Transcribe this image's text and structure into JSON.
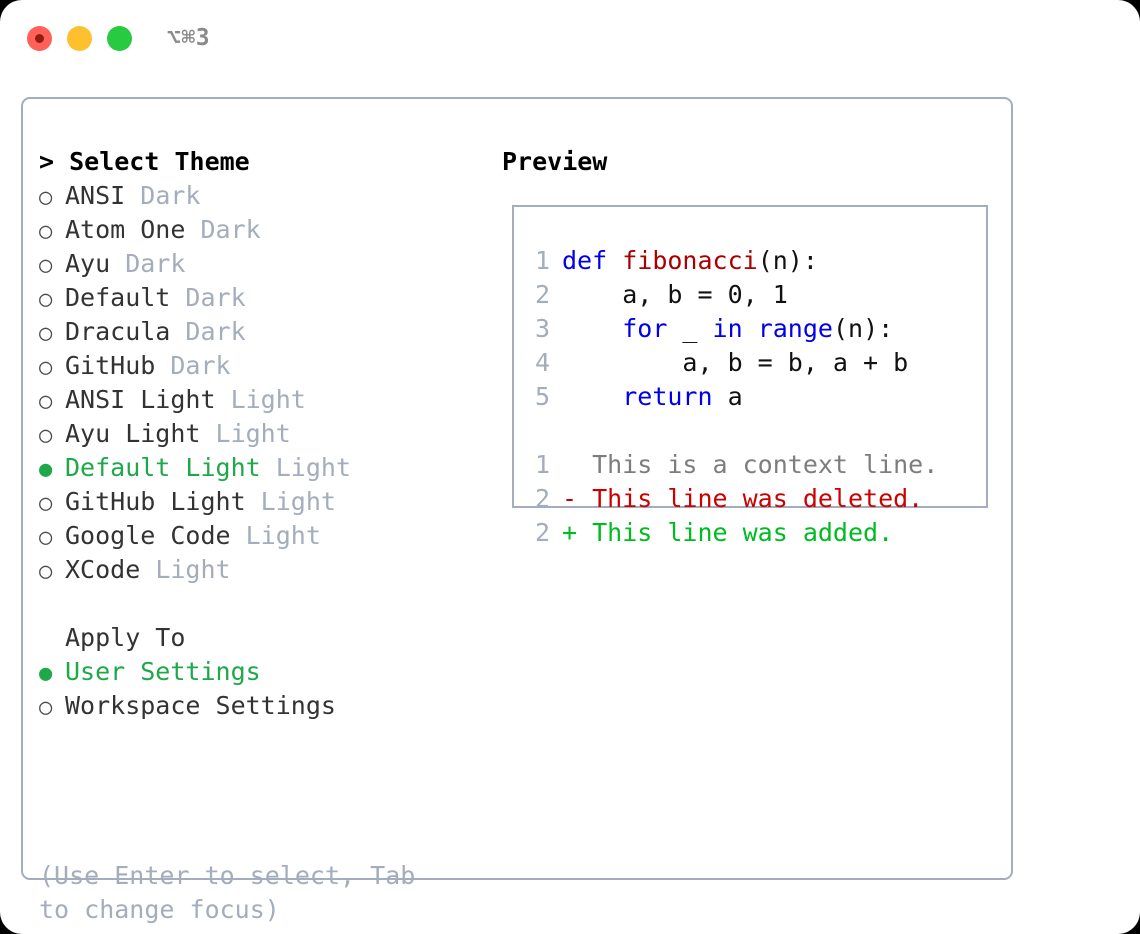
{
  "window": {
    "shortcut": "⌥⌘3",
    "traffic_lights": [
      "close-red",
      "minimize-yellow",
      "zoom-green"
    ]
  },
  "theme_picker": {
    "header": "> Select Theme",
    "bullet_off": "○",
    "bullet_on": "●",
    "items": [
      {
        "name": "ANSI",
        "tag": "Dark",
        "selected": false
      },
      {
        "name": "Atom One",
        "tag": "Dark",
        "selected": false
      },
      {
        "name": "Ayu",
        "tag": "Dark",
        "selected": false
      },
      {
        "name": "Default",
        "tag": "Dark",
        "selected": false
      },
      {
        "name": "Dracula",
        "tag": "Dark",
        "selected": false
      },
      {
        "name": "GitHub",
        "tag": "Dark",
        "selected": false
      },
      {
        "name": "ANSI Light",
        "tag": "Light",
        "selected": false
      },
      {
        "name": "Ayu Light",
        "tag": "Light",
        "selected": false
      },
      {
        "name": "Default Light",
        "tag": "Light",
        "selected": true
      },
      {
        "name": "GitHub Light",
        "tag": "Light",
        "selected": false
      },
      {
        "name": "Google Code",
        "tag": "Light",
        "selected": false
      },
      {
        "name": "XCode",
        "tag": "Light",
        "selected": false
      }
    ]
  },
  "apply_to": {
    "header": "Apply To",
    "options": [
      {
        "name": "User Settings",
        "selected": true
      },
      {
        "name": "Workspace Settings",
        "selected": false
      }
    ]
  },
  "hint": "(Use Enter to select, Tab to change focus)",
  "preview": {
    "title": "Preview",
    "code_lines": [
      {
        "num": "1",
        "tokens": [
          {
            "t": "def",
            "c": "kw"
          },
          {
            "t": " ",
            "c": "plain"
          },
          {
            "t": "fibonacci",
            "c": "fn"
          },
          {
            "t": "(n):",
            "c": "plain"
          }
        ]
      },
      {
        "num": "2",
        "tokens": [
          {
            "t": "    a, b = 0, 1",
            "c": "plain"
          }
        ]
      },
      {
        "num": "3",
        "tokens": [
          {
            "t": "    ",
            "c": "plain"
          },
          {
            "t": "for",
            "c": "kw"
          },
          {
            "t": " _ ",
            "c": "plain"
          },
          {
            "t": "in",
            "c": "kw"
          },
          {
            "t": " ",
            "c": "plain"
          },
          {
            "t": "range",
            "c": "kw"
          },
          {
            "t": "(n):",
            "c": "plain"
          }
        ]
      },
      {
        "num": "4",
        "tokens": [
          {
            "t": "        a, b = b, a + b",
            "c": "plain"
          }
        ]
      },
      {
        "num": "5",
        "tokens": [
          {
            "t": "    ",
            "c": "plain"
          },
          {
            "t": "return",
            "c": "kw"
          },
          {
            "t": " a",
            "c": "plain"
          }
        ]
      }
    ],
    "diff_lines": [
      {
        "num": "1",
        "text": "  This is a context line.",
        "c": "ctx"
      },
      {
        "num": "2",
        "text": "- This line was deleted.",
        "c": "del"
      },
      {
        "num": "2",
        "text": "+ This line was added.",
        "c": "add"
      }
    ]
  },
  "colors": {
    "accent_green": "#1fa84a",
    "muted": "#a3adbb",
    "keyword_blue": "#0000ee",
    "function_red": "#aa0000",
    "diff_add": "#00bb22",
    "diff_del": "#cc0000"
  }
}
